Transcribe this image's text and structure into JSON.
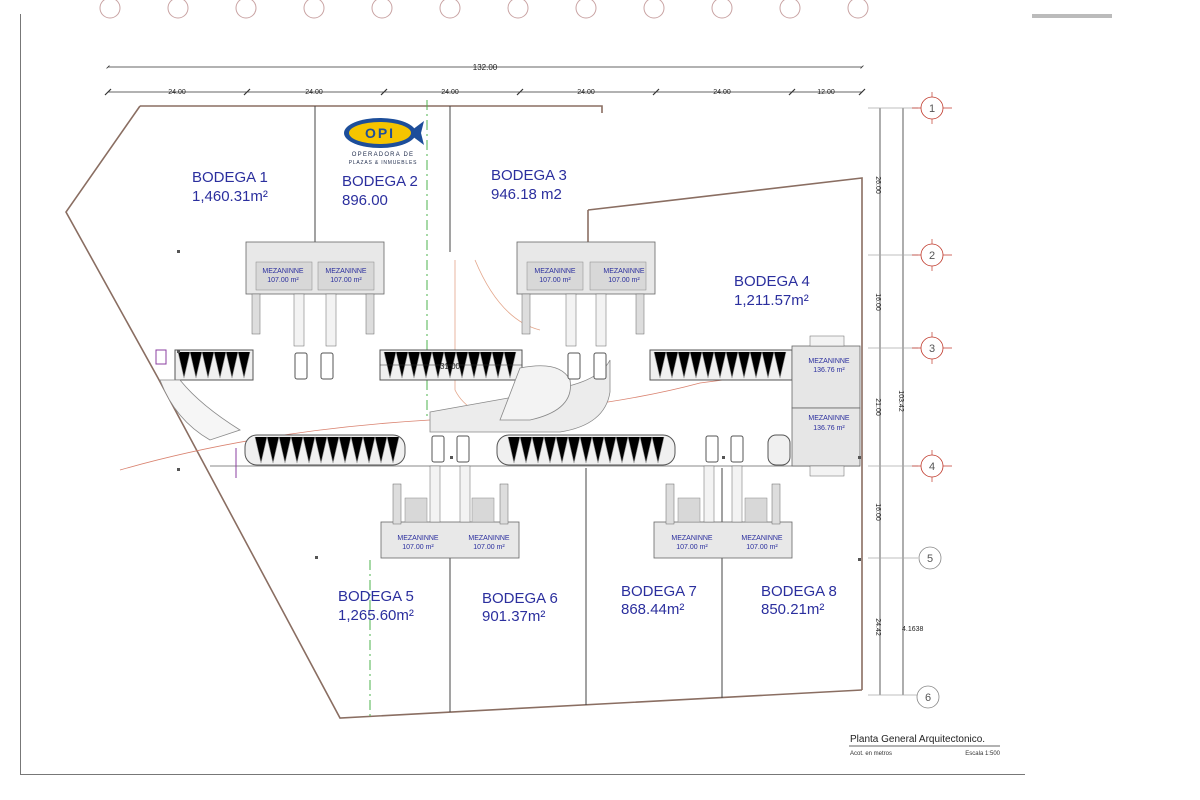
{
  "overall_dimension": "132.00",
  "bay_dimensions": [
    "24.00",
    "24.00",
    "24.00",
    "24.00",
    "24.00",
    "12.00"
  ],
  "vertical_total": "103.42",
  "vertical_dimensions": [
    "26.00",
    "16.00",
    "21.00",
    "16.00",
    "24.42"
  ],
  "aux_dimension": "4.1638",
  "corridor_dimension": "31.00",
  "grid_numbers": [
    "1",
    "2",
    "3",
    "4",
    "5",
    "6"
  ],
  "logo": {
    "letters": "OPI",
    "line1": "OPERADORA DE",
    "line2": "PLAZAS & INMUEBLES"
  },
  "bodegas": [
    {
      "name": "BODEGA 1",
      "area": "1,460.31m²"
    },
    {
      "name": "BODEGA 2",
      "area": "896.00"
    },
    {
      "name": "BODEGA 3",
      "area": "946.18 m2"
    },
    {
      "name": "BODEGA 4",
      "area": "1,211.57m²"
    },
    {
      "name": "BODEGA 5",
      "area": "1,265.60m²"
    },
    {
      "name": "BODEGA 6",
      "area": "901.37m²"
    },
    {
      "name": "BODEGA 7",
      "area": "868.44m²"
    },
    {
      "name": "BODEGA 8",
      "area": "850.21m²"
    }
  ],
  "mezzanines": [
    {
      "label": "MEZANINNE",
      "area": "107.00 m²"
    },
    {
      "label": "MEZANINNE",
      "area": "107.00 m²"
    },
    {
      "label": "MEZANINNE",
      "area": "107.00 m²"
    },
    {
      "label": "MEZANINNE",
      "area": "107.00 m²"
    },
    {
      "label": "MEZANINNE",
      "area": "136.76 m²"
    },
    {
      "label": "MEZANINNE",
      "area": "136.76 m²"
    },
    {
      "label": "MEZANINNE",
      "area": "107.00 m²"
    },
    {
      "label": "MEZANINNE",
      "area": "107.00 m²"
    },
    {
      "label": "MEZANINNE",
      "area": "107.00 m²"
    },
    {
      "label": "MEZANINNE",
      "area": "107.00 m²"
    }
  ],
  "title_block": {
    "title": "Planta General Arquitectonico.",
    "units": "Acot. en metros",
    "scale": "Escala 1:500"
  },
  "colors": {
    "label_blue": "#2b2f9e",
    "wall": "#8a6e62",
    "red_line": "#d9826f",
    "green_axis": "#4cb34c",
    "grid_red": "#c0392b",
    "logo_blue": "#1d4e9a",
    "logo_yellow": "#f5c400"
  }
}
